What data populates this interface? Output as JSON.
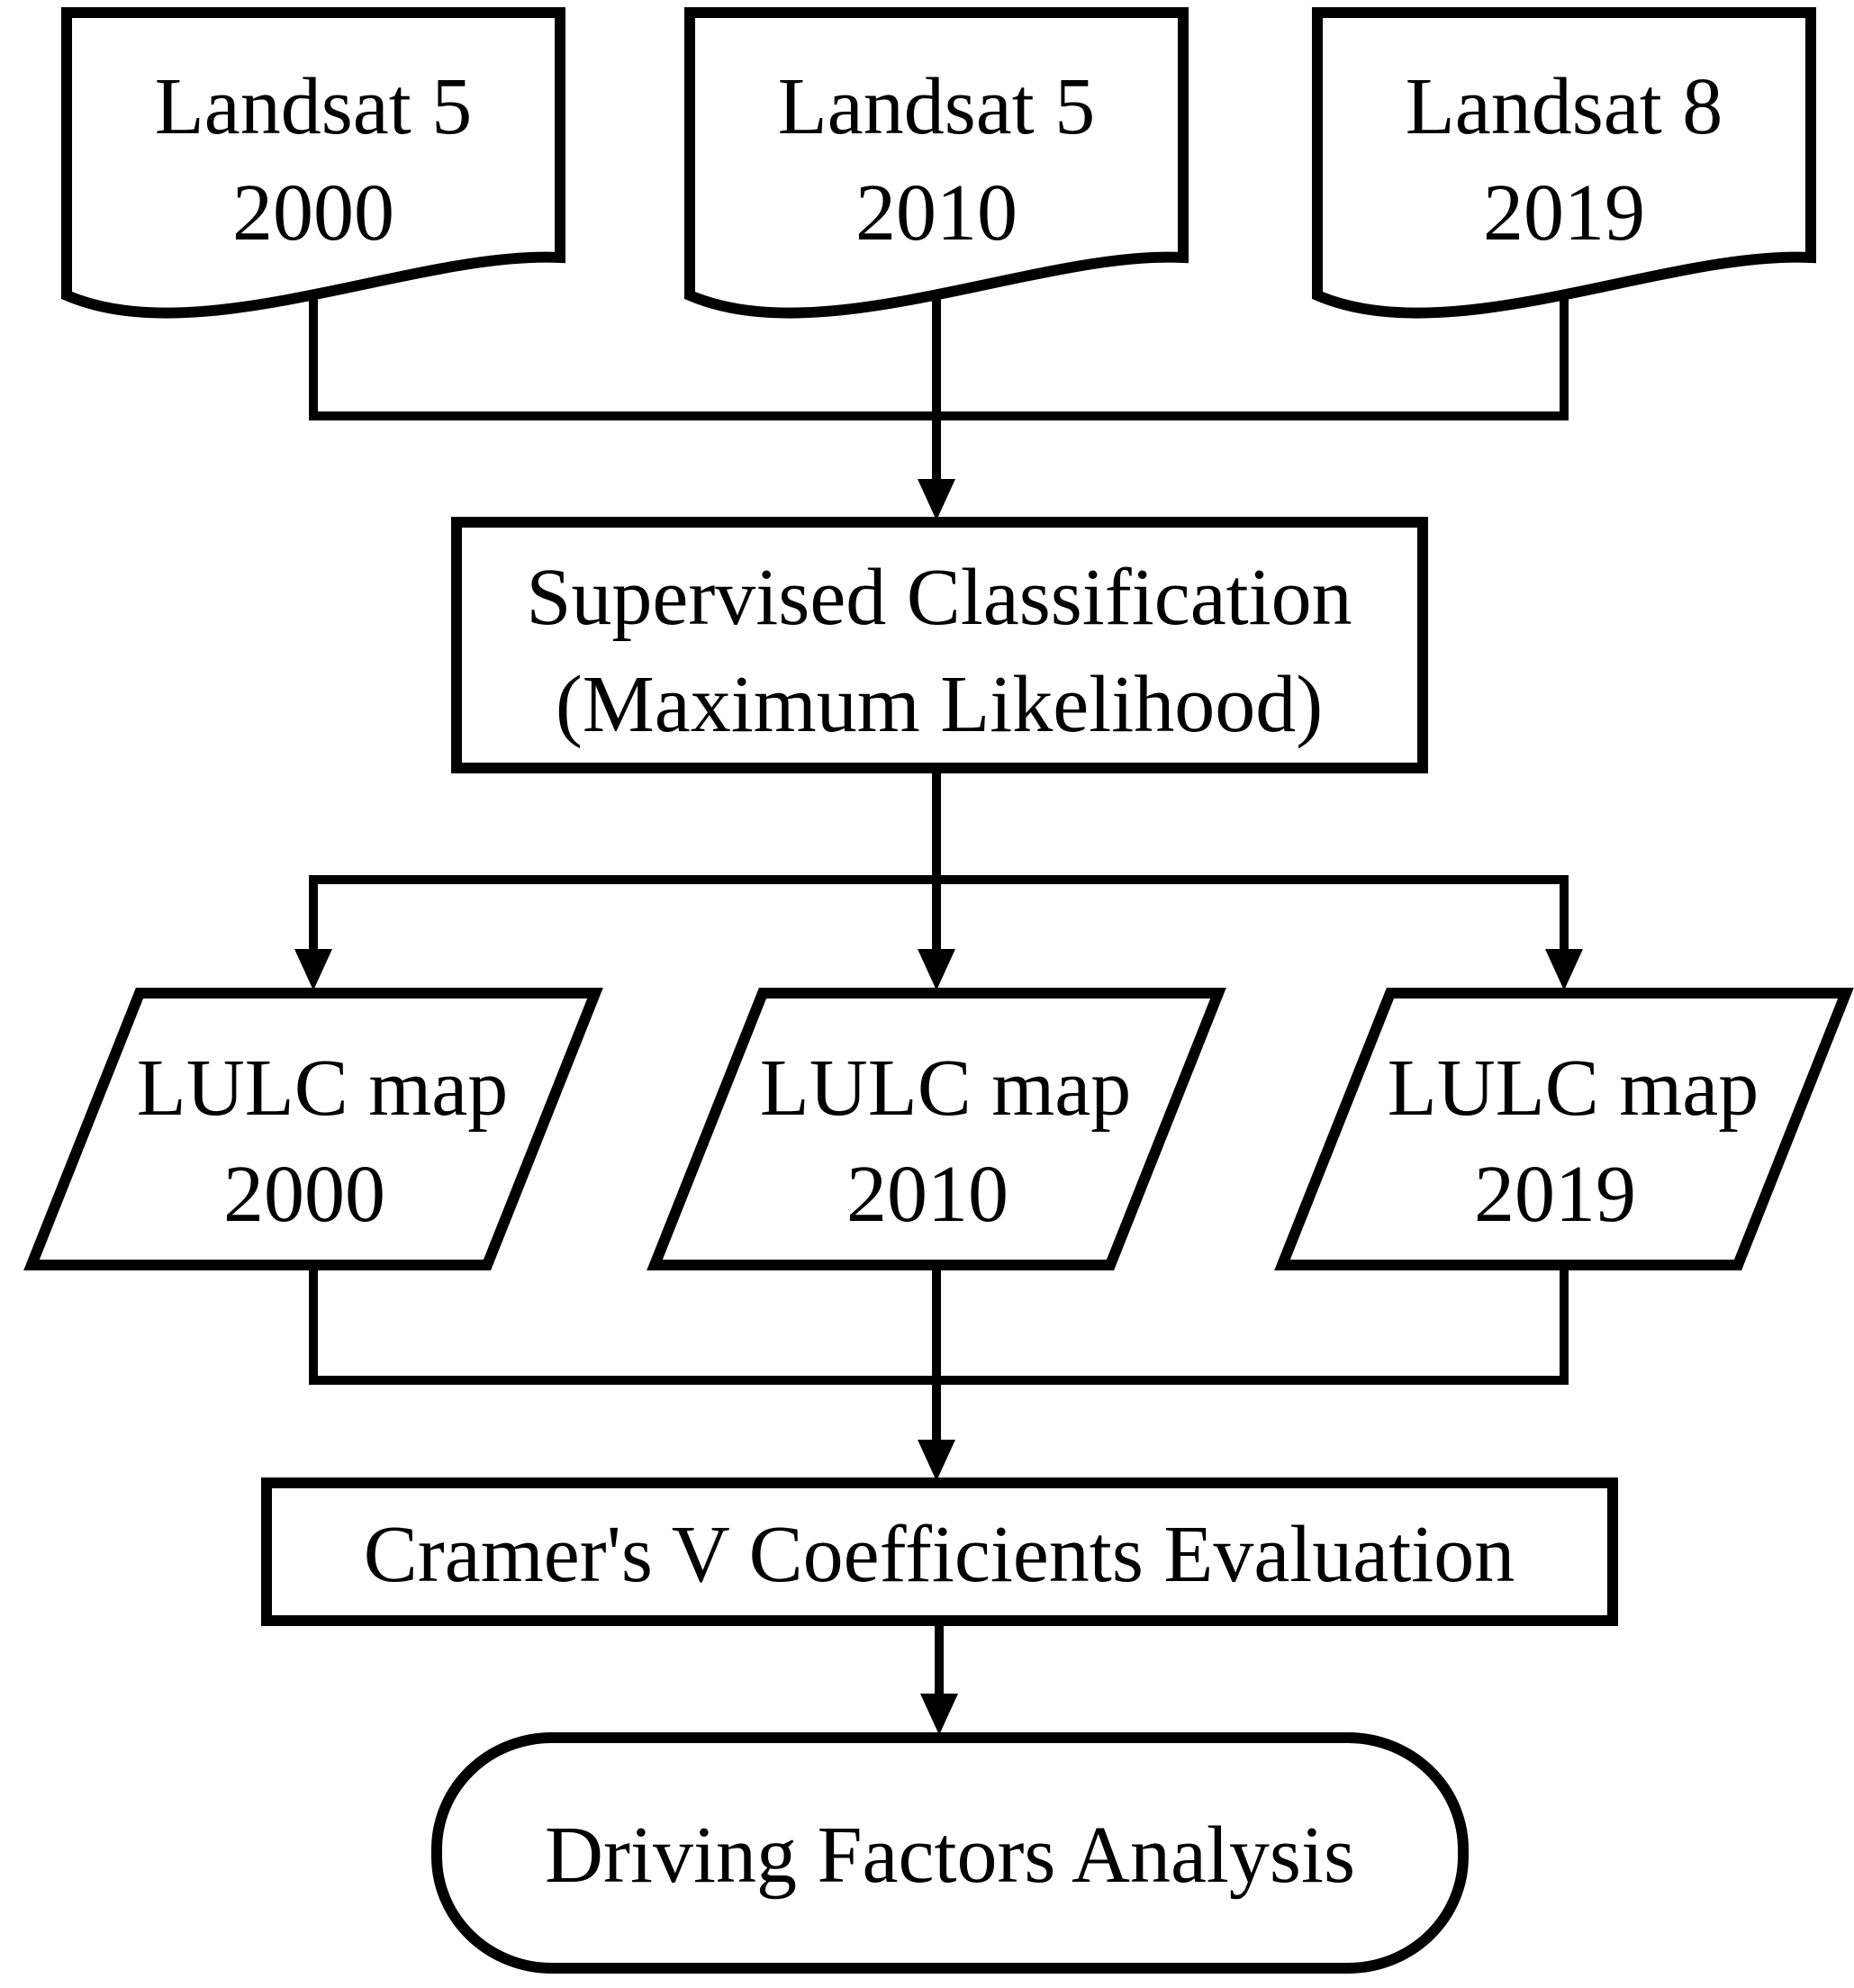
{
  "diagram": {
    "type": "flowchart",
    "colors": {
      "stroke": "#000000",
      "fill": "#ffffff",
      "text": "#000000",
      "background": "#ffffff"
    },
    "nodes": {
      "landsat5_2000": {
        "shape": "document",
        "line1": "Landsat 5",
        "line2": "2000"
      },
      "landsat5_2010": {
        "shape": "document",
        "line1": "Landsat 5",
        "line2": "2010"
      },
      "landsat8_2019": {
        "shape": "document",
        "line1": "Landsat 8",
        "line2": "2019"
      },
      "supervised_classification": {
        "shape": "process",
        "line1": "Supervised Classification",
        "line2": "(Maximum Likelihood)"
      },
      "lulc_map_2000": {
        "shape": "data-parallelogram",
        "line1": "LULC map",
        "line2": "2000"
      },
      "lulc_map_2010": {
        "shape": "data-parallelogram",
        "line1": "LULC map",
        "line2": "2010"
      },
      "lulc_map_2019": {
        "shape": "data-parallelogram",
        "line1": "LULC map",
        "line2": "2019"
      },
      "cramers_v": {
        "shape": "process",
        "label": "Cramer's V Coefficients Evaluation"
      },
      "driving_factors": {
        "shape": "terminator",
        "label": "Driving Factors Analysis"
      }
    },
    "edges": [
      {
        "from": "landsat5_2000",
        "to": "supervised_classification"
      },
      {
        "from": "landsat5_2010",
        "to": "supervised_classification"
      },
      {
        "from": "landsat8_2019",
        "to": "supervised_classification"
      },
      {
        "from": "supervised_classification",
        "to": "lulc_map_2000"
      },
      {
        "from": "supervised_classification",
        "to": "lulc_map_2010"
      },
      {
        "from": "supervised_classification",
        "to": "lulc_map_2019"
      },
      {
        "from": "lulc_map_2000",
        "to": "cramers_v"
      },
      {
        "from": "lulc_map_2010",
        "to": "cramers_v"
      },
      {
        "from": "lulc_map_2019",
        "to": "cramers_v"
      },
      {
        "from": "cramers_v",
        "to": "driving_factors"
      }
    ]
  }
}
